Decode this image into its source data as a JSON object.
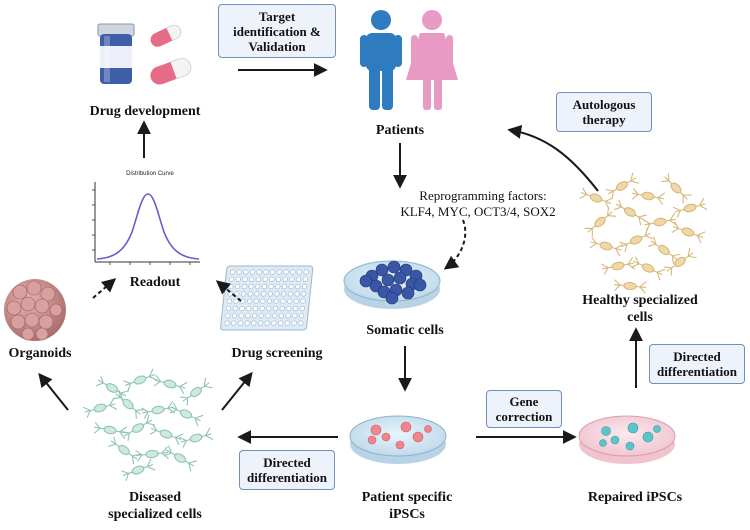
{
  "labels": {
    "drug_development": "Drug development",
    "patients": "Patients",
    "reprogramming_line1": "Reprogramming factors:",
    "reprogramming_line2": "KLF4, MYC, OCT3/4, SOX2",
    "readout": "Readout",
    "distribution_curve": "Distribution Curve",
    "organoids": "Organoids",
    "drug_screening": "Drug screening",
    "somatic_cells": "Somatic cells",
    "healthy_line1": "Healthy specialized",
    "healthy_line2": "cells",
    "diseased_line1": "Diseased",
    "diseased_line2": "specialized cells",
    "patient_ipscs_line1": "Patient specific",
    "patient_ipscs_line2": "iPSCs",
    "repaired_ipscs": "Repaired iPSCs"
  },
  "boxes": {
    "target_line1": "Target",
    "target_line2": "identification &",
    "target_line3": "Validation",
    "autologous_line1": "Autologous",
    "autologous_line2": "therapy",
    "directed_right_line1": "Directed",
    "directed_right_line2": "differentiation",
    "gene_line1": "Gene",
    "gene_line2": "correction",
    "directed_left_line1": "Directed",
    "directed_left_line2": "differentiation"
  },
  "colors": {
    "male": "#2f7bbf",
    "female": "#e79ac4",
    "arrow": "#1a1a1a",
    "box_border": "#6f8fbf",
    "box_fill": "#eef3fb",
    "somatic_cell": "#3a56a6",
    "ipsc_patient": "#f0868c",
    "ipsc_repaired": "#5cc5c9",
    "organoid": "#c98a8a",
    "healthy_cells": "#e7c98e",
    "diseased_cells": "#b8e0d4"
  },
  "icons": [
    "drug-capsule-icon",
    "pill-bottle-icon",
    "male-patient-icon",
    "female-patient-icon",
    "petri-dish-icon",
    "well-plate-icon",
    "organoid-icon",
    "neuron-cells-icon"
  ]
}
